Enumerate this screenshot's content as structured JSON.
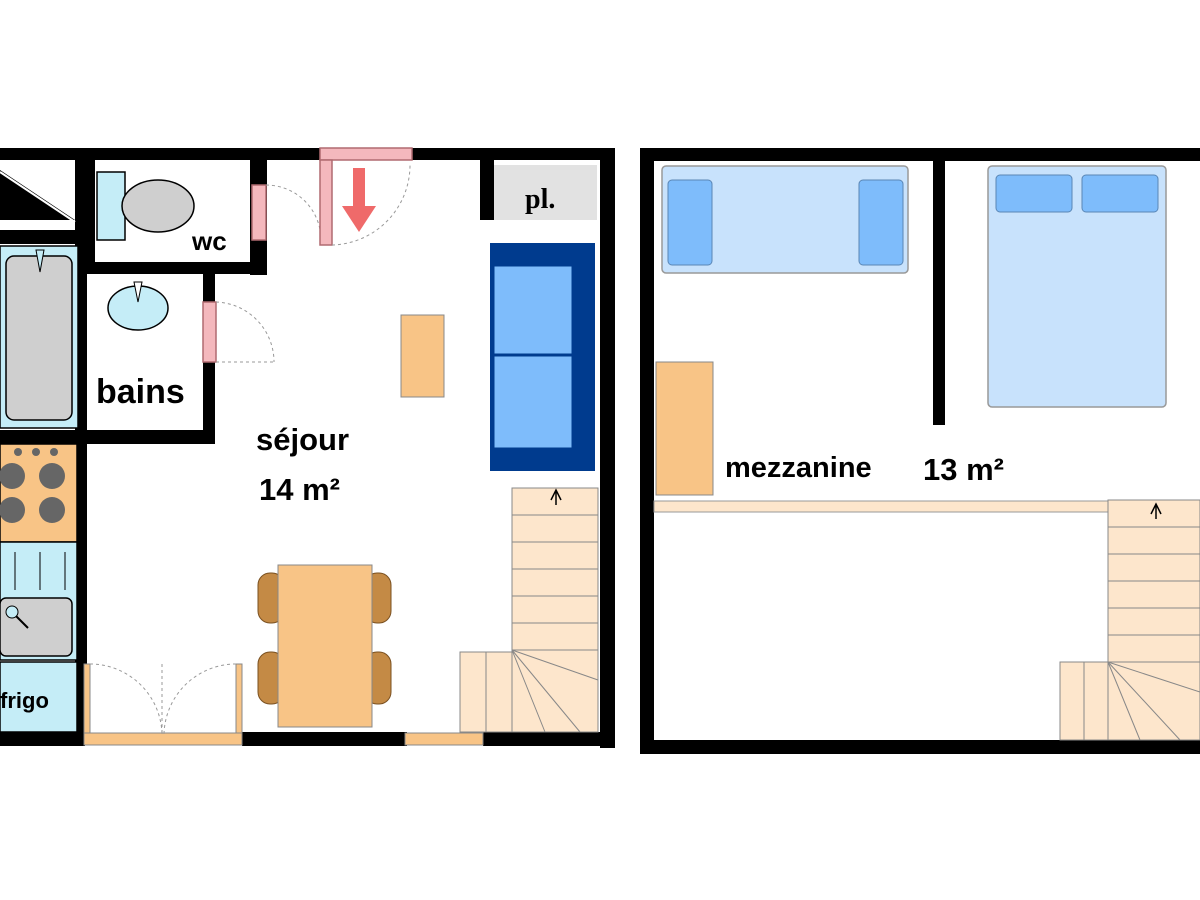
{
  "rooms": {
    "wc": "wc",
    "pl": "pl.",
    "bains": "bains",
    "sejour_name": "séjour",
    "sejour_area": "14 m²",
    "frigo": "frigo",
    "mezzanine_name": "mezzanine",
    "mezzanine_area": "13 m²"
  },
  "colors": {
    "wall": "#000000",
    "door": "#f4b8bd",
    "wood": "#f8c486",
    "chair": "#c48a45",
    "sofa_dark": "#003b8e",
    "sofa_light": "#7ebcfb",
    "bed_sheet": "#c8e2fc",
    "pillow": "#7ebcfb",
    "fixture_blue": "#c5edf7",
    "stairs": "#fde6cc",
    "arrow": "#ef6a6a"
  }
}
